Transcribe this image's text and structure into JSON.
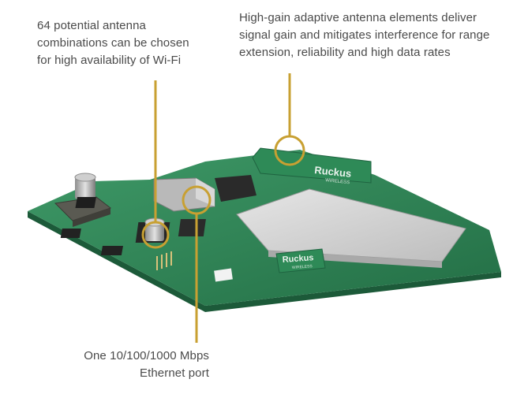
{
  "captions": {
    "antenna_combinations": {
      "line1": "64 potential antenna",
      "line2": "combinations can be chosen",
      "line3": "for high availability of Wi-Fi"
    },
    "high_gain": {
      "line1": "High-gain adaptive antenna elements deliver",
      "line2": "signal gain and mitigates interference for range",
      "line3": "extension, reliability and high data rates"
    },
    "ethernet": {
      "line1": "One 10/100/1000 Mbps",
      "line2": "Ethernet port"
    }
  },
  "board_labels": {
    "antenna_brand": "Ruckus",
    "antenna_sub": "WIRELESS",
    "shield_brand": "Ruckus",
    "shield_sub": "WIRELESS"
  },
  "colors": {
    "callout_gold": "#c8a032",
    "pcb_green": "#2f8a58",
    "shield_silver": "#d4d4d4"
  }
}
